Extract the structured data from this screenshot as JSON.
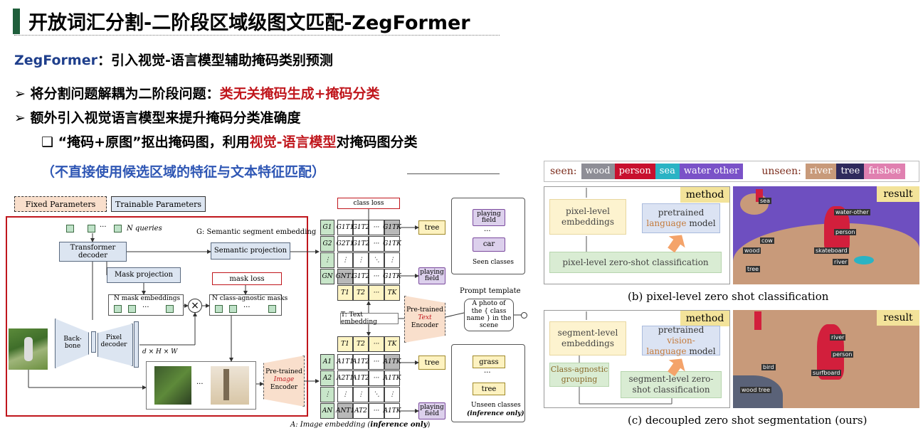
{
  "header": {
    "title": "开放词汇分割-二阶段区域级图文匹配-ZegFormer"
  },
  "subtitle": {
    "name": "ZegFormer",
    "rest": "：引入视觉-语言模型辅助掩码类别预测"
  },
  "bullets": [
    {
      "marker": "➢",
      "prefix": "将分割问题解耦为二阶段问题：",
      "highlight": "类无关掩码生成+掩码分类"
    },
    {
      "marker": "➢",
      "text": "额外引入视觉语言模型来提升掩码分类准确度"
    },
    {
      "marker": "❑",
      "pre": "“掩码+原图”抠出掩码图，利用",
      "highlight": "视觉-语言模型",
      "post": "对掩码图分类"
    }
  ],
  "note": "（不直接使用候选区域的特征与文本特征匹配）",
  "left_figure": {
    "fixed_params": "Fixed Parameters",
    "trainable_params": "Trainable Parameters",
    "n_queries": "N queries",
    "dots": "···",
    "g_caption": "G: Semantic segment embedding",
    "transformer_decoder": "Transformer decoder",
    "semantic_projection": "Semantic projection",
    "mask_projection": "Mask projection",
    "mask_loss": "mask loss",
    "n_mask_embeddings": "N mask embeddings",
    "n_class_agnostic_masks": "N class-agnostic masks",
    "times": "×",
    "backbone": "Back-bone",
    "pixel_decoder": "Pixel decoder",
    "dhw": "d × H × W",
    "pretrained_image_encoder": {
      "pre": "Pre-trained",
      "em": "Image",
      "post": "Encoder"
    },
    "pretrained_text_encoder": {
      "pre": "Pre-trained",
      "em": "Text",
      "post": "Encoder"
    },
    "class_loss": "class loss",
    "text_embedding": "T: Text embedding",
    "image_embedding": {
      "pre": "A: Image embedding (",
      "em": "inference only",
      "post": ")"
    },
    "prompt_template_title": "Prompt template",
    "prompt_template": "A photo of the { class name } in the scene",
    "seen_classes": "Seen classes",
    "unseen_classes": "Unseen classes",
    "inference_only": "(inference only)",
    "seen_items": [
      "playing field",
      "car"
    ],
    "unseen_items": [
      "grass",
      "tree"
    ],
    "g_rows": [
      {
        "h": "G1",
        "cells": [
          "G1T1",
          "G1T2",
          "···",
          "G1TK"
        ],
        "out": "tree"
      },
      {
        "h": "G2",
        "cells": [
          "G2T1",
          "G1T2",
          "···",
          "G1TK"
        ],
        "out": ""
      },
      {
        "h": "⋮",
        "cells": [
          "⋮",
          "⋮",
          "⋱",
          "⋮"
        ],
        "out": ""
      },
      {
        "h": "GN",
        "cells": [
          "GNT1",
          "G1T2",
          "···",
          "G1TK"
        ],
        "out": "playing field"
      }
    ],
    "t_row": [
      "T1",
      "T2",
      "···",
      "TK"
    ],
    "a_rows": [
      {
        "h": "A1",
        "cells": [
          "A1T1",
          "A1T2",
          "···",
          "A1TK"
        ],
        "out": "tree"
      },
      {
        "h": "A2",
        "cells": [
          "A2T1",
          "A1T2",
          "···",
          "A1TK"
        ],
        "out": ""
      },
      {
        "h": "⋮",
        "cells": [
          "⋮",
          "⋮",
          "⋱",
          "⋮"
        ],
        "out": ""
      },
      {
        "h": "AN",
        "cells": [
          "ANT1",
          "AT2",
          "···",
          "A1TK"
        ],
        "out": "playing field"
      }
    ]
  },
  "right_figure": {
    "seen_label": "seen:",
    "unseen_label": "unseen:",
    "seen_chips": [
      {
        "t": "wood",
        "c": "#8e8e96"
      },
      {
        "t": "person",
        "c": "#c8102e"
      },
      {
        "t": "sea",
        "c": "#2ab3c4"
      },
      {
        "t": "water other",
        "c": "#7a52c8"
      }
    ],
    "unseen_chips": [
      {
        "t": "river",
        "c": "#c89a7a"
      },
      {
        "t": "tree",
        "c": "#2f2a5c"
      },
      {
        "t": "frisbee",
        "c": "#e080b0"
      }
    ],
    "method": "method",
    "result": "result",
    "b": {
      "pixel_level": "pixel-level embeddings",
      "pretrained": "pretrained",
      "language": "language",
      "model": "model",
      "classification": "pixel-level zero-shot classification",
      "caption": "(b) pixel-level zero shot classification",
      "tags": [
        "sea",
        "water-other",
        "person",
        "cow",
        "wood",
        "skateboard",
        "river",
        "tree"
      ]
    },
    "c": {
      "segment_level": "segment-level embeddings",
      "pretrained": "pretrained",
      "vision": "vision-",
      "language": "language",
      "model": "model",
      "class_agnostic": "Class-agnostic grouping",
      "classification": "segment-level zero-shot classification",
      "caption": "(c) decoupled zero shot segmentation (ours)",
      "tags": [
        "river",
        "person",
        "surfboard",
        "bird",
        "wood",
        "tree"
      ]
    }
  }
}
